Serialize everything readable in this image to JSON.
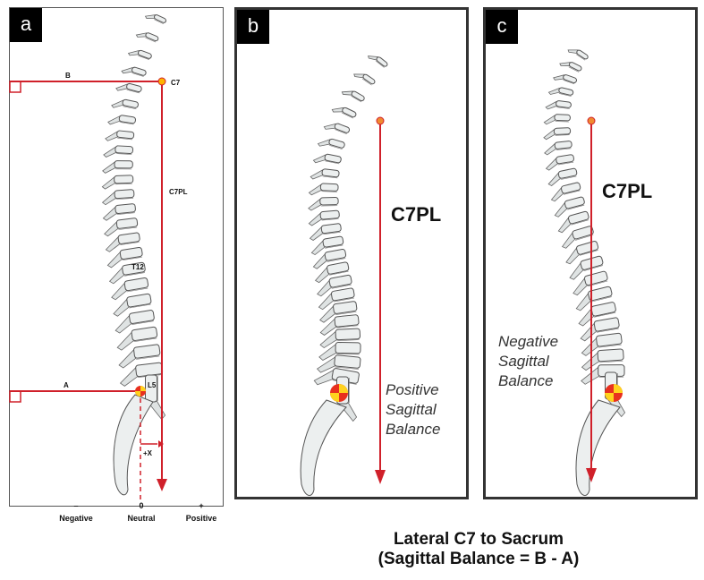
{
  "panels": {
    "a": {
      "tag": "a",
      "labels": {
        "b": "B",
        "c7": "C7",
        "c7pl": "C7PL",
        "t12": "T12",
        "a": "A",
        "l5": "L5",
        "plus_x": "+X"
      },
      "axis": {
        "negative_sign": "–",
        "zero": "0",
        "positive_sign": "+",
        "negative": "Negative",
        "neutral": "Neutral",
        "positive": "Positive"
      }
    },
    "b": {
      "tag": "b",
      "c7pl": "C7PL",
      "note_lines": [
        "Positive",
        "Sagittal",
        "Balance"
      ]
    },
    "c": {
      "tag": "c",
      "c7pl": "C7PL",
      "note_lines": [
        "Negative",
        "Sagittal",
        "Balance"
      ]
    }
  },
  "caption": {
    "line1": "Lateral C7 to Sacrum",
    "line2": "(Sagittal Balance = B - A)"
  },
  "colors": {
    "plumb_line": "#d0202a",
    "marker_outer": "#e8301e",
    "marker_inner": "#ffd21e",
    "spine_fill": "#ecefef"
  }
}
